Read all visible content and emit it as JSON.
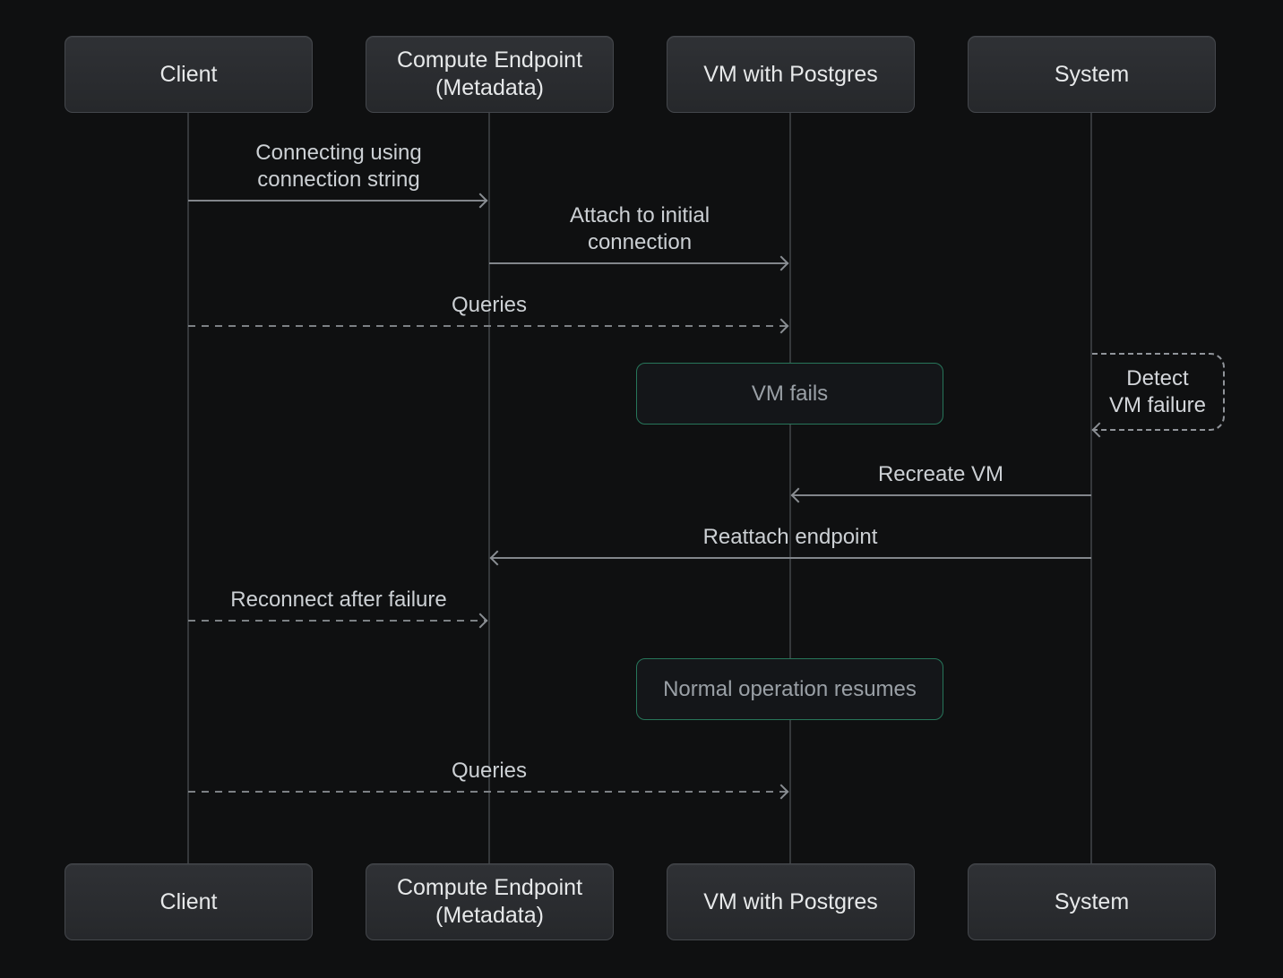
{
  "actors": [
    {
      "label": "Client"
    },
    {
      "label": "Compute Endpoint (Metadata)"
    },
    {
      "label": "VM with Postgres"
    },
    {
      "label": "System"
    }
  ],
  "messages": [
    {
      "from": "Client",
      "to": "Compute Endpoint (Metadata)",
      "style": "solid",
      "lines": [
        "Connecting using",
        "connection string"
      ]
    },
    {
      "from": "Compute Endpoint (Metadata)",
      "to": "VM with Postgres",
      "style": "solid",
      "lines": [
        "Attach to initial",
        "connection"
      ]
    },
    {
      "from": "Client",
      "to": "VM with Postgres",
      "style": "dashed",
      "lines": [
        "Queries"
      ]
    },
    {
      "from": "System",
      "to": "VM with Postgres",
      "style": "solid",
      "lines": [
        "Recreate VM"
      ]
    },
    {
      "from": "System",
      "to": "Compute Endpoint (Metadata)",
      "style": "solid",
      "lines": [
        "Reattach endpoint"
      ]
    },
    {
      "from": "Client",
      "to": "Compute Endpoint (Metadata)",
      "style": "dashed",
      "lines": [
        "Reconnect after failure"
      ]
    },
    {
      "from": "Client",
      "to": "VM with Postgres",
      "style": "dashed",
      "lines": [
        "Queries"
      ]
    }
  ],
  "notes": [
    {
      "over": "VM with Postgres",
      "label": "VM fails"
    },
    {
      "over": "VM with Postgres",
      "label": "Normal operation resumes"
    }
  ],
  "self_message": {
    "actor": "System",
    "lines": [
      "Detect",
      "VM failure"
    ]
  },
  "colors": {
    "background": "#0f1011",
    "actor_fill_top": "#2f3135",
    "actor_fill_bottom": "#26282b",
    "actor_border": "#44474c",
    "actor_text": "#e7e9ea",
    "lifeline": "#35383b",
    "arrow": "#82868b",
    "message_text": "#ccd0d4",
    "note_border": "#27765a",
    "note_fill": "#141619",
    "note_text": "#9aa0a6"
  }
}
